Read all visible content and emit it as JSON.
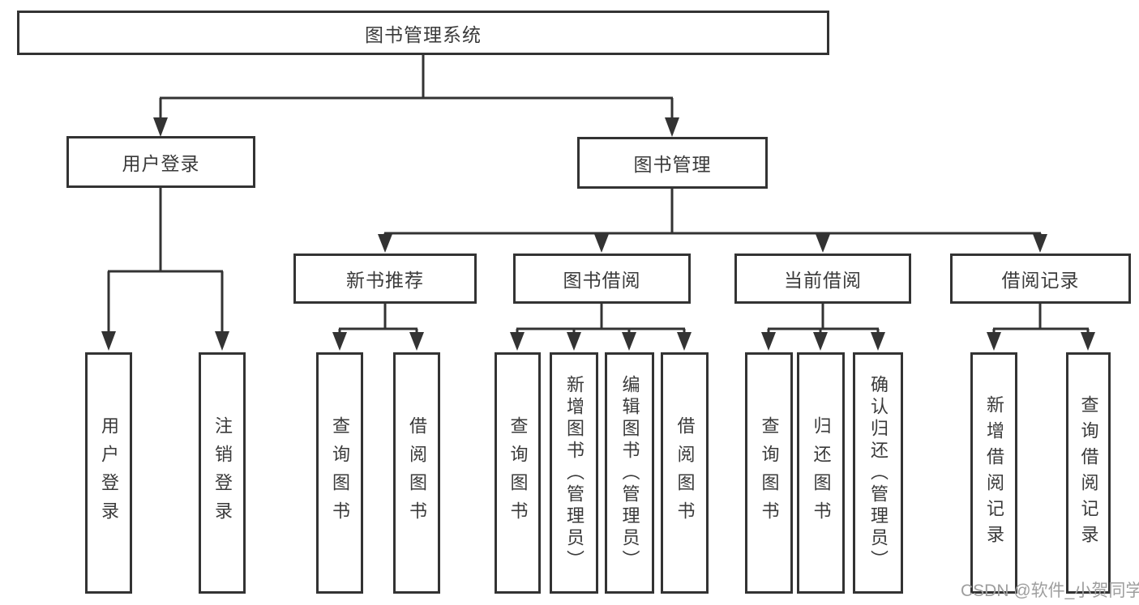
{
  "diagram": {
    "root": {
      "label": "图书管理系统"
    },
    "level2": [
      {
        "label": "用户登录"
      },
      {
        "label": "图书管理"
      }
    ],
    "level3": [
      {
        "label": "新书推荐"
      },
      {
        "label": "图书借阅"
      },
      {
        "label": "当前借阅"
      },
      {
        "label": "借阅记录"
      }
    ],
    "leaves": [
      {
        "label": "用户登录"
      },
      {
        "label": "注销登录"
      },
      {
        "label": "查询图书"
      },
      {
        "label": "借阅图书"
      },
      {
        "label": "查询图书"
      },
      {
        "label": "新增图书（管理员）"
      },
      {
        "label": "编辑图书（管理员）"
      },
      {
        "label": "借阅图书"
      },
      {
        "label": "查询图书"
      },
      {
        "label": "归还图书"
      },
      {
        "label": "确认归还（管理员）"
      },
      {
        "label": "新增借阅记录"
      },
      {
        "label": "查询借阅记录"
      }
    ]
  },
  "watermark": {
    "text": "CSDN @软件_小贺同学"
  },
  "colors": {
    "line": "#333333",
    "text": "#3a3a3a",
    "watermark": "#9e9e9e",
    "background": "#ffffff"
  }
}
